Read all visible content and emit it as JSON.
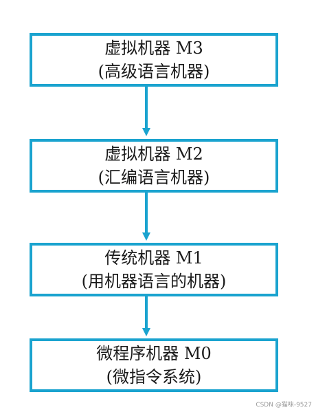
{
  "colors": {
    "border": "#1aa3cf",
    "text": "#1a1a1a"
  },
  "levels": [
    {
      "title": "虚拟机器 M3",
      "desc": "(高级语言机器)"
    },
    {
      "title": "虚拟机器 M2",
      "desc": "(汇编语言机器)"
    },
    {
      "title": "传统机器 M1",
      "desc": "(用机器语言的机器)"
    },
    {
      "title": "微程序机器 M0",
      "desc": "(微指令系统)"
    }
  ],
  "watermark": "CSDN @猫咪-9527"
}
